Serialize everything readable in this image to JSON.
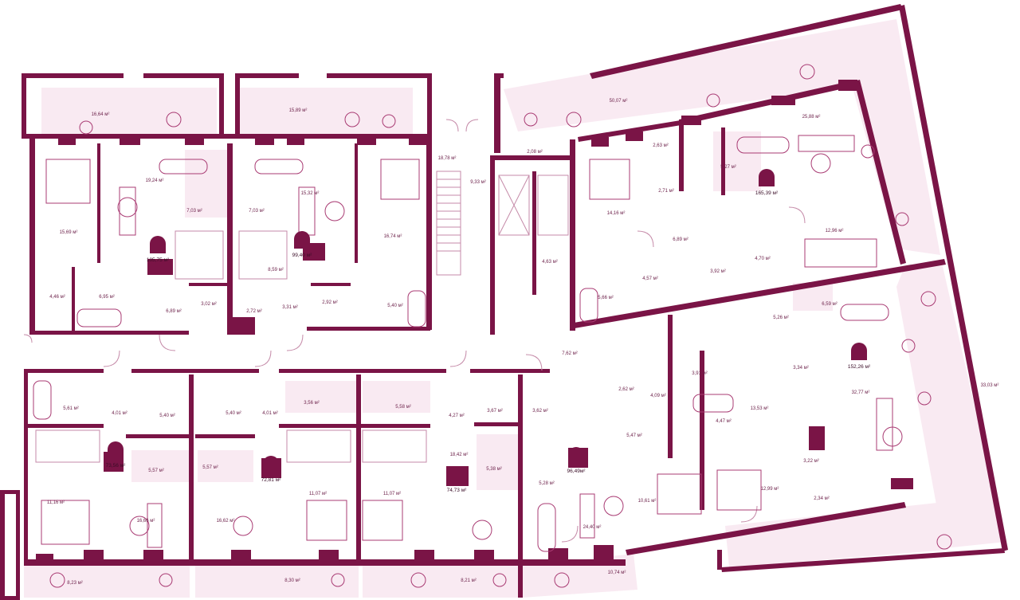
{
  "plan": {
    "colors": {
      "wall": "#7a1446",
      "floor_tint": "#f9eaf2",
      "tile": "#f1d0e0",
      "line": "#c58aa8",
      "icon": "#a93b73",
      "text": "#6b1f48"
    },
    "unit_labels": {
      "u1": "105,75 м²",
      "u2": "99,40 м²",
      "u3": "165,39 м²",
      "u4": "152,26 м²",
      "u5": "73,56 м²",
      "u6": "72,81 м²",
      "u7": "74,73 м²",
      "u8": "96,49м²"
    },
    "room_labels": {
      "r01": "16,64 м²",
      "r02": "15,89 м²",
      "r03": "18,78 м²",
      "r04": "9,33 м²",
      "r05": "50,07 м²",
      "r06": "25,88 м²",
      "r07": "19,24 м²",
      "r08": "7,03 м²",
      "r09": "7,03 м²",
      "r10": "15,32 м²",
      "r11": "15,69 м²",
      "r12": "16,74 м²",
      "r13": "8,59 м²",
      "r14": "4,46 м²",
      "r15": "6,95 м²",
      "r16": "6,89 м²",
      "r17": "3,02 м²",
      "r18": "2,72 м²",
      "r19": "3,31 м²",
      "r20": "2,92 м²",
      "r21": "5,40 м²",
      "r22": "2,08 м²",
      "r23": "2,63 м²",
      "r24": "5,27 м²",
      "r25": "2,71 м²",
      "r26": "14,16 м²",
      "r27": "6,89 м²",
      "r28": "12,96 м²",
      "r29": "4,70 м²",
      "r30": "3,92 м²",
      "r31": "4,57 м²",
      "r32": "5,66 м²",
      "r33": "4,63 м²",
      "r34": "6,59 м²",
      "r35": "5,26 м²",
      "r36": "3,34 м²",
      "r37": "32,77 м²",
      "r38": "33,03 м²",
      "r39": "7,62 м²",
      "r40": "3,91 м²",
      "r41": "2,62 м²",
      "r42": "4,09 м²",
      "r43": "4,47 м²",
      "r44": "13,53 м²",
      "r45": "5,47 м²",
      "r46": "3,22 м²",
      "r47": "10,61 м²",
      "r48": "12,99 м²",
      "r49": "2,34 м²",
      "r50": "24,40 м²",
      "r51": "10,74 м²",
      "r52": "5,61 м²",
      "r53": "4,01 м²",
      "r54": "5,40 м²",
      "r55": "5,40 м²",
      "r56": "4,01 м²",
      "r57": "3,56 м²",
      "r58": "5,58 м²",
      "r59": "4,27 м²",
      "r60": "3,67 м²",
      "r61": "3,62 м²",
      "r62": "5,57 м²",
      "r63": "5,57 м²",
      "r64": "18,42 м²",
      "r65": "5,38 м²",
      "r66": "5,28 м²",
      "r67": "11,16 м²",
      "r68": "16,66 м²",
      "r69": "16,62 м²",
      "r70": "11,07 м²",
      "r71": "11,07 м²",
      "r72": "8,23 м²",
      "r73": "8,30 м²",
      "r74": "8,21 м²"
    }
  }
}
